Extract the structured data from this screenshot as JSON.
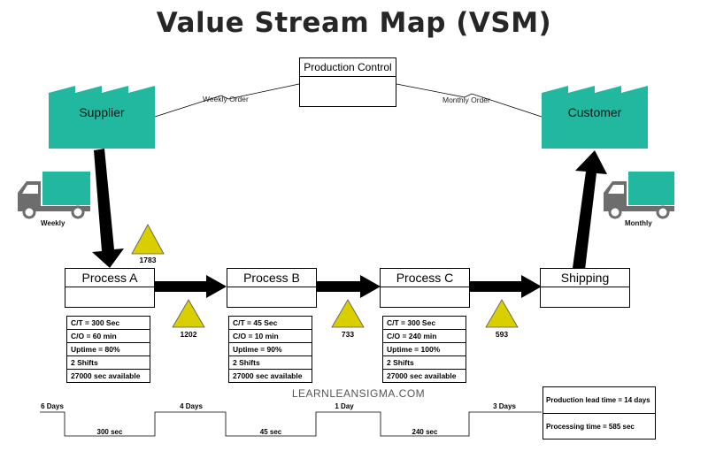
{
  "title": "Value Stream Map (VSM)",
  "production_control": {
    "label": "Production Control"
  },
  "supplier": {
    "label": "Supplier",
    "shipment_frequency": "Weekly",
    "order_label": "Weekly Order"
  },
  "customer": {
    "label": "Customer",
    "shipment_frequency": "Monthly",
    "order_label": "Monthly Order"
  },
  "inventory": {
    "raw": "1783",
    "ab": "1202",
    "bc": "733",
    "cs": "593"
  },
  "processes": [
    {
      "name": "Process A",
      "data": [
        "C/T = 300 Sec",
        "C/O = 60 min",
        "Uptime = 80%",
        "2 Shifts",
        "27000 sec available"
      ]
    },
    {
      "name": "Process B",
      "data": [
        "C/T = 45 Sec",
        "C/O = 10 min",
        "Uptime = 90%",
        "2 Shifts",
        "27000 sec available"
      ]
    },
    {
      "name": "Process C",
      "data": [
        "C/T = 300 Sec",
        "C/O = 240 min",
        "Uptime = 100%",
        "2 Shifts",
        "27000 sec available"
      ]
    }
  ],
  "shipping": {
    "label": "Shipping"
  },
  "timeline": {
    "wait_times": [
      "6 Days",
      "4 Days",
      "1 Day",
      "3 Days"
    ],
    "process_times": [
      "300 sec",
      "45 sec",
      "240 sec"
    ]
  },
  "summary": {
    "lead_time": "Production lead time = 14 days",
    "processing_time": "Processing time = 585 sec"
  },
  "watermark": "LEARNLEANSIGMA.COM",
  "colors": {
    "factory": "#22b8a0",
    "inventory": "#d9cf00",
    "text": "#262626"
  }
}
